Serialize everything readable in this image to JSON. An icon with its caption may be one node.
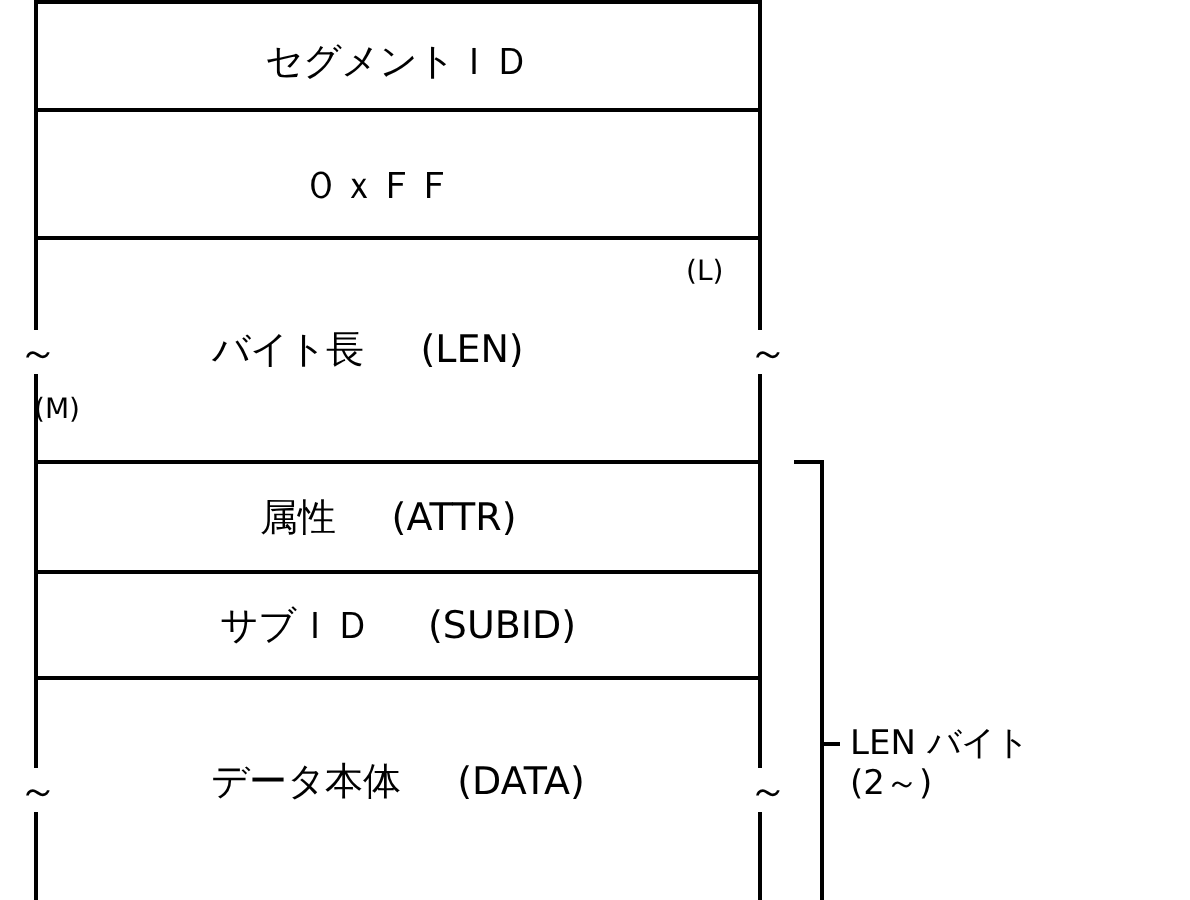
{
  "diagram": {
    "nodes": [
      {
        "text": [
          "セグメントＩＤ"
        ]
      },
      {
        "text": [
          "０ｘＦＦ"
        ]
      },
      {
        "text": [
          "(L)",
          "バイト長 (LEN)",
          "(M)"
        ]
      },
      {
        "text": [
          "属性 (ATTR)"
        ]
      },
      {
        "text": [
          "サブＩＤ (SUBID)"
        ]
      },
      {
        "text": [
          "データ本体 (DATA)"
        ]
      }
    ],
    "labels": [
      "～",
      "～",
      "～",
      "～",
      "LEN バイト (2～)"
    ]
  }
}
